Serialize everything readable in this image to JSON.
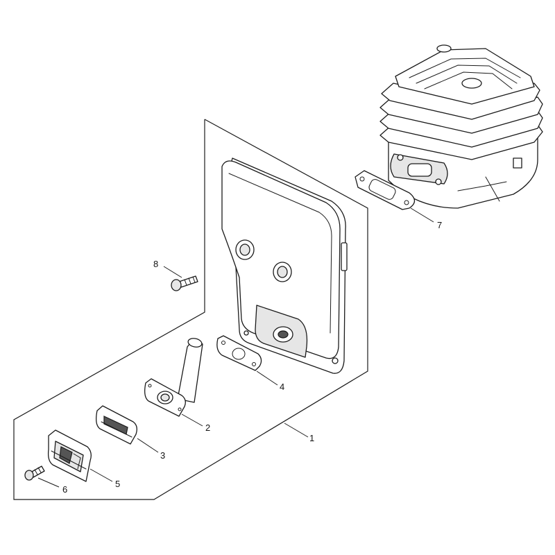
{
  "callouts": {
    "part_1": "1",
    "part_2": "2",
    "part_3": "3",
    "part_4": "4",
    "part_5": "5",
    "part_6": "6",
    "part_7": "7",
    "part_8": "8"
  }
}
